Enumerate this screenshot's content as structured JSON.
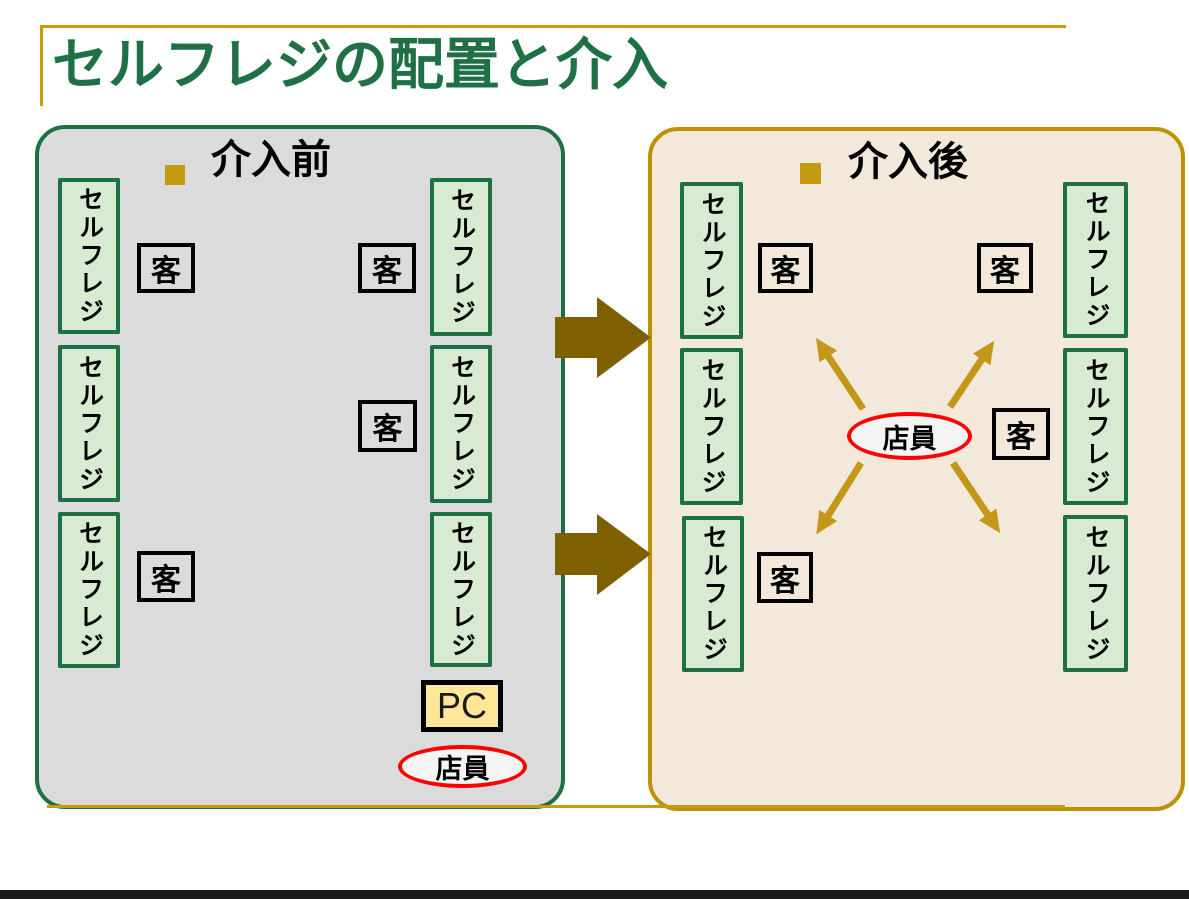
{
  "title": "セルフレジの配置と介入",
  "before": {
    "heading": "介入前"
  },
  "after": {
    "heading": "介入後"
  },
  "labels": {
    "register": "セルフレジ",
    "customer": "客",
    "pc": "PC",
    "staff": "店員"
  },
  "colors": {
    "title_green": "#1F7044",
    "green_border": "#1D7044",
    "register_fill": "#D9EAD3",
    "before_panel_fill": "#DBDBDB",
    "after_panel_fill": "#F2E9DA",
    "after_panel_border": "#BF9000",
    "gold_accent": "#C49A0F",
    "gold_rule": "#C79A12",
    "transition_arrow": "#7F6000",
    "staff_arrow": "#C4961A",
    "staff_ellipse_border": "#FF0000",
    "staff_ellipse_fill": "#F4F4F4",
    "pc_fill": "#FFE699",
    "footer_bar": "#1B1B1B"
  }
}
